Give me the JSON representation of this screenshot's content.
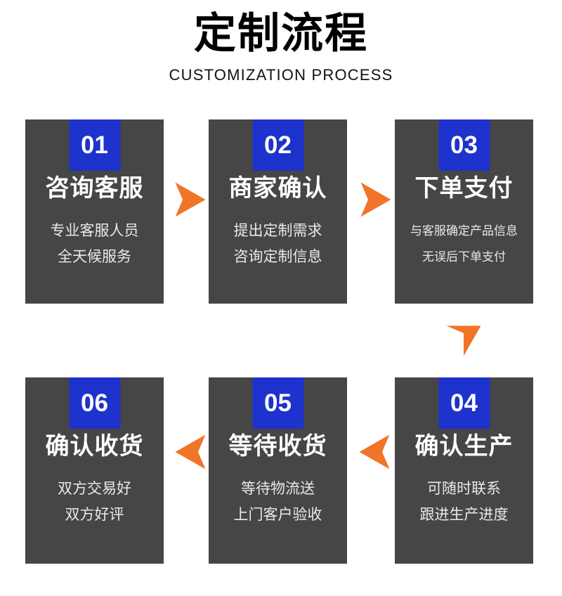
{
  "header": {
    "title": "定制流程",
    "subtitle": "CUSTOMIZATION PROCESS"
  },
  "colors": {
    "card_bg": "#464646",
    "badge_bg": "#1e32cd",
    "arrow": "#f07528",
    "title_text": "#000000",
    "card_title_text": "#ffffff",
    "card_desc_text": "#e9e9e9",
    "page_bg": "#ffffff"
  },
  "steps": [
    {
      "number": "01",
      "title": "咨询客服",
      "desc_lines": [
        "专业客服人员",
        "全天候服务"
      ]
    },
    {
      "number": "02",
      "title": "商家确认",
      "desc_lines": [
        "提出定制需求",
        "咨询定制信息"
      ]
    },
    {
      "number": "03",
      "title": "下单支付",
      "desc_lines": [
        "与客服确定产品信息",
        "无误后下单支付"
      ]
    },
    {
      "number": "04",
      "title": "确认生产",
      "desc_lines": [
        "可随时联系",
        "跟进生产进度"
      ]
    },
    {
      "number": "05",
      "title": "等待收货",
      "desc_lines": [
        "等待物流送",
        "上门客户验收"
      ]
    },
    {
      "number": "06",
      "title": "确认收货",
      "desc_lines": [
        "双方交易好",
        "双方好评"
      ]
    }
  ],
  "connectors": [
    {
      "icon": "arrow-right-icon",
      "from": "01",
      "to": "02"
    },
    {
      "icon": "arrow-right-icon",
      "from": "02",
      "to": "03"
    },
    {
      "icon": "arrow-down-icon",
      "from": "03",
      "to": "04"
    },
    {
      "icon": "arrow-left-icon",
      "from": "04",
      "to": "05"
    },
    {
      "icon": "arrow-left-icon",
      "from": "05",
      "to": "06"
    }
  ]
}
